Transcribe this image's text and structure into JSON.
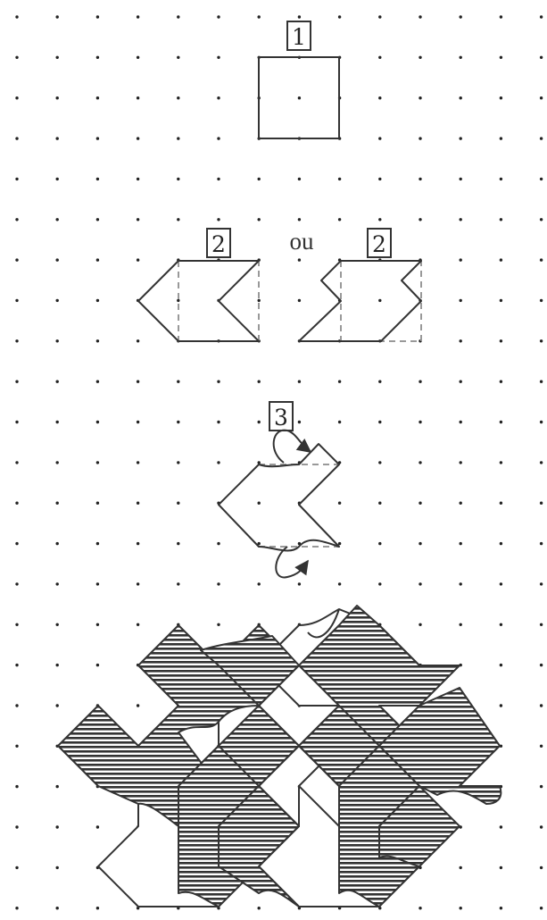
{
  "steps": {
    "step1_label": "1",
    "step2_label_left": "2",
    "or_word": "ou",
    "step2_label_right": "2",
    "step3_label": "3"
  },
  "colors": {
    "line": "#333333",
    "dots": "#222222",
    "dashed": "#999999",
    "hatch": "#333333"
  }
}
